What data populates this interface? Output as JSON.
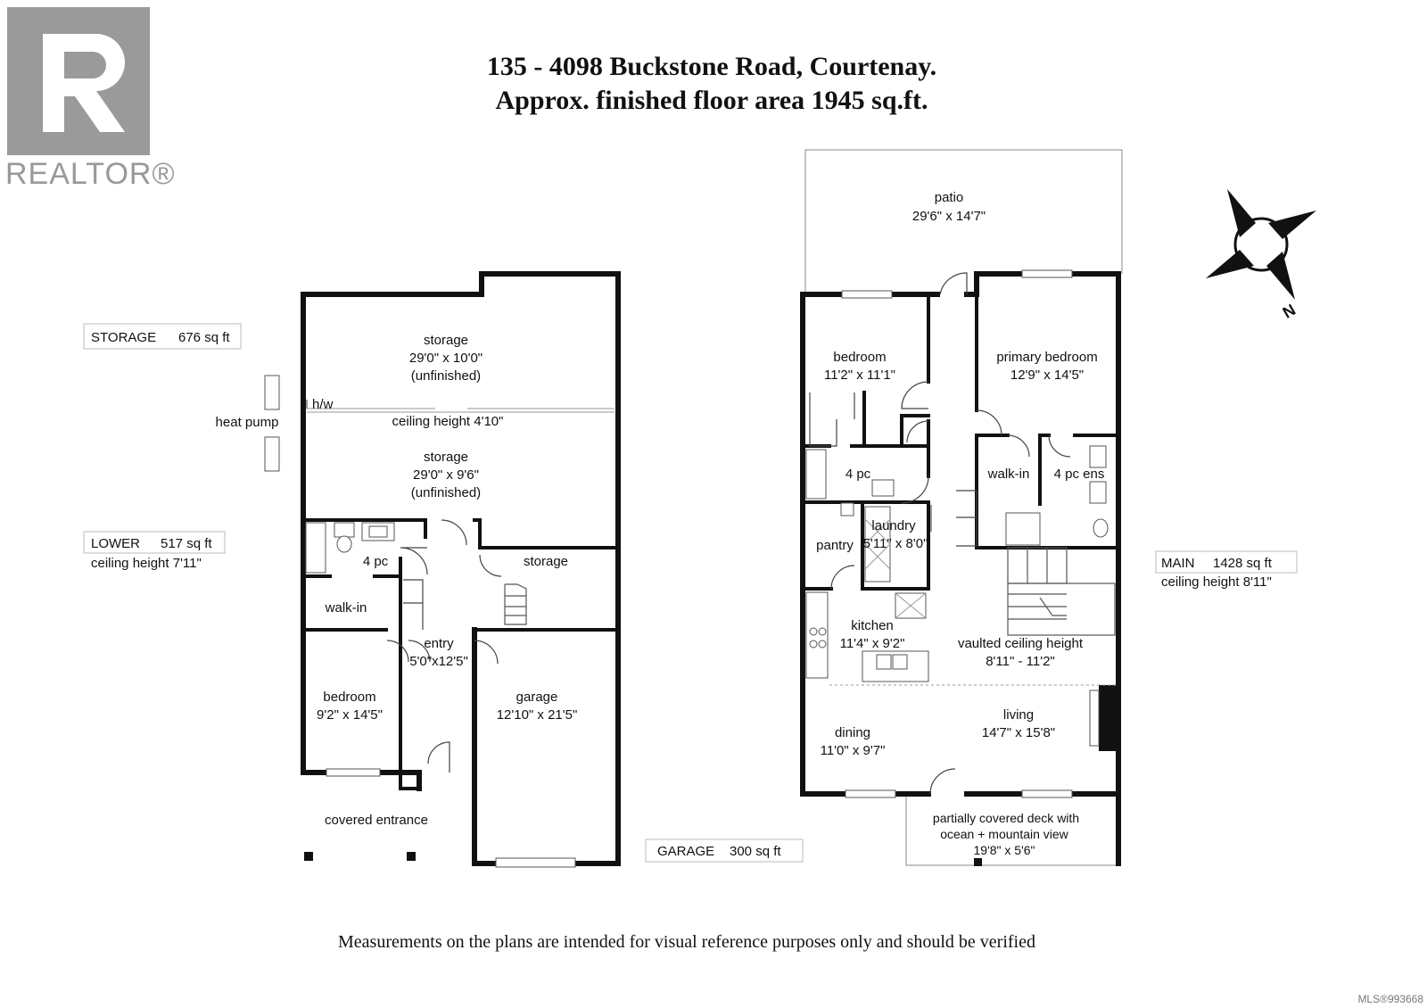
{
  "title": {
    "line1": "135 - 4098 Buckstone Road, Courtenay.",
    "line2": "Approx. finished floor area 1945 sq.ft."
  },
  "logo": {
    "icon": "realtor-logo-icon",
    "text": "REALTOR®",
    "color": "#999999"
  },
  "compass": {
    "icon": "compass-icon",
    "label": "N"
  },
  "areas": {
    "storage": {
      "label": "STORAGE",
      "value": "676 sq ft"
    },
    "lower": {
      "label": "LOWER",
      "value": "517 sq ft",
      "ceiling": "ceiling height 7'11\""
    },
    "main": {
      "label": "MAIN",
      "value": "1428 sq ft",
      "ceiling": "ceiling height 8'11\""
    },
    "garage": {
      "label": "GARAGE",
      "value": "300 sq ft"
    }
  },
  "lower_floor": {
    "storage_upper": {
      "name": "storage",
      "dims": "29'0\" x 10'0\"",
      "note": "(unfinished)"
    },
    "hw": "h/w",
    "ceiling": "ceiling height 4'10\"",
    "storage_lower": {
      "name": "storage",
      "dims": "29'0\" x 9'6\"",
      "note": "(unfinished)"
    },
    "heat_pump": "heat pump",
    "bath": "4 pc",
    "storage_small": "storage",
    "walkin": "walk-in",
    "entry": {
      "name": "entry",
      "dims": "5'0\"x12'5\""
    },
    "bedroom": {
      "name": "bedroom",
      "dims": "9'2\" x 14'5\""
    },
    "garage": {
      "name": "garage",
      "dims": "12'10\" x 21'5\""
    },
    "covered_entrance": "covered entrance"
  },
  "main_floor": {
    "patio": {
      "name": "patio",
      "dims": "29'6\" x 14'7\""
    },
    "bedroom": {
      "name": "bedroom",
      "dims": "11'2\" x 11'1\""
    },
    "primary": {
      "name": "primary bedroom",
      "dims": "12'9\" x 14'5\""
    },
    "bath": "4 pc",
    "walkin": "walk-in",
    "ensuite": "4 pc ens",
    "pantry": "pantry",
    "laundry": {
      "name": "laundry",
      "dims": "5'11\" x 8'0\""
    },
    "kitchen": {
      "name": "kitchen",
      "dims": "11'4\" x 9'2\""
    },
    "vaulted": {
      "line1": "vaulted ceiling height",
      "line2": "8'11\" - 11'2\""
    },
    "living": {
      "name": "living",
      "dims": "14'7\" x 15'8\""
    },
    "dining": {
      "name": "dining",
      "dims": "11'0\" x 9'7\""
    },
    "deck": {
      "line1": "partially covered deck with",
      "line2": "ocean + mountain view",
      "dims": "19'8\" x 5'6\""
    }
  },
  "disclaimer": "Measurements on the plans are intended for visual reference purposes only and should be verified",
  "mls": "MLS®993668"
}
